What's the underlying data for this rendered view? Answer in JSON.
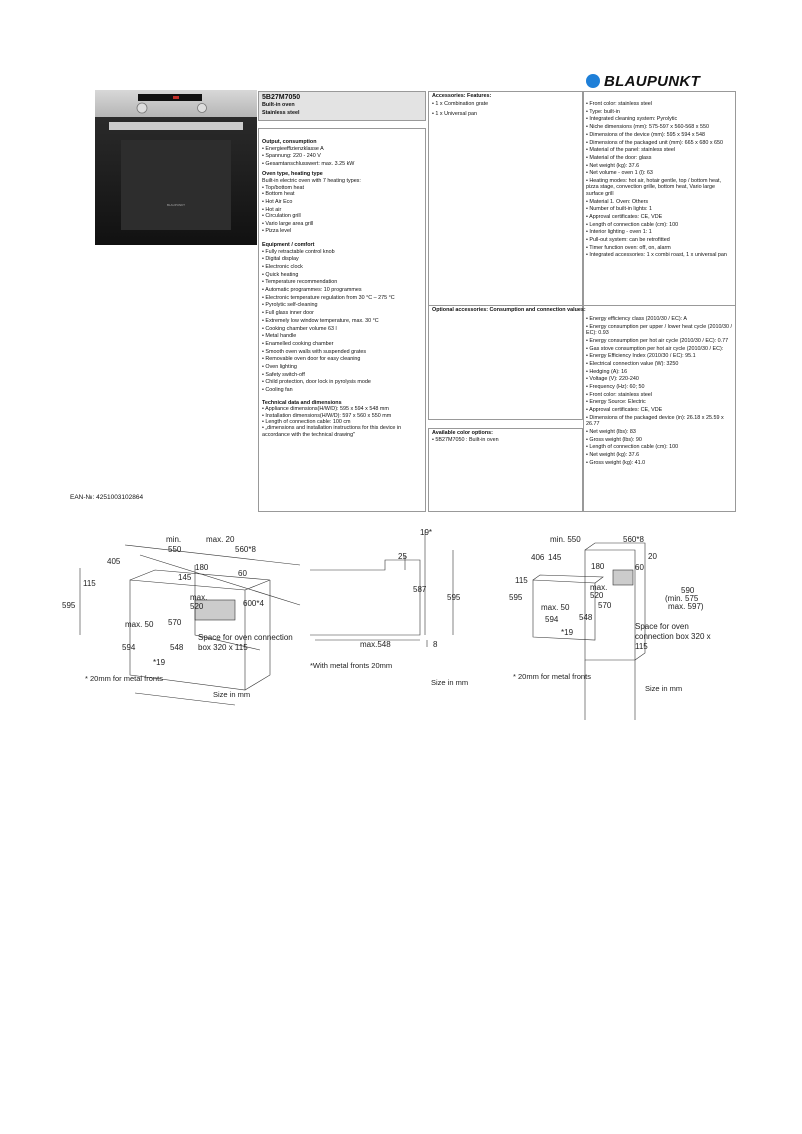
{
  "brand": {
    "name": "BLAUPUNKT",
    "dot_color": "#1e7fd8"
  },
  "product": {
    "model": "5B27M7050",
    "type": "Built-in oven",
    "finish": "Stainless steel"
  },
  "oven_image": {
    "display_brand": "BLAUPUNKT"
  },
  "main_specs": {
    "sections": [
      {
        "title": "Output, consumption",
        "items": [
          "Energieeffizienzklasse A",
          "Spannung: 220 - 240 V",
          "Gesamtanschlusswert: max. 3.25 kW"
        ]
      },
      {
        "title": "Oven type, heating type",
        "intro": "Built-in electric oven with 7 heating types:",
        "items": [
          "Top/bottom heat",
          "Bottom heat",
          "Hot Air Eco",
          "Hot air",
          "Circulation grill",
          "Vario large area grill",
          "Pizza level"
        ]
      },
      {
        "title": "Equipment / comfort",
        "items": [
          "Fully retractable control knob",
          "Digital display",
          "Electronic clock",
          "Quick heating",
          "Temperature recommendation",
          "Automatic programmes: 10 programmes",
          "Electronic temperature regulation from 30 °C – 275 °C",
          "Pyrolytic self-cleaning",
          "Full glass inner door",
          "Extremely low window temperature, max. 30 °C",
          "Cooking chamber volume 63 l",
          "Metal handle",
          "Enamelled cooking chamber",
          "Smooth oven walls with suspended grates",
          "Removable oven door for easy cleaning",
          "Oven lighting",
          "Safety switch-off",
          "Child protection, door lock in pyrolysis mode",
          "Cooling fan"
        ]
      },
      {
        "title": "Technical data and dimensions",
        "items": [
          "Appliance dimensions(H/W/D): 595 x 594 x 548 mm",
          "Installation dimensions(H/W/D): 597 x 560 x 550 mm",
          "Length of connection cable: 100 cm",
          "„dimensions and installation instructions for this device in accordance with the technical drawing\""
        ]
      }
    ]
  },
  "accessories": {
    "title": "Accessories: Features:",
    "items": [
      "1 x Combination grate",
      "1 x Universal pan"
    ]
  },
  "optional_accessories": {
    "title": "Optional accessories: Consumption and connection values:"
  },
  "color_options": {
    "title": "Available color options:",
    "items": [
      "5B27M7050 : Built-in oven"
    ]
  },
  "features": {
    "items": [
      "Front color: stainless steel",
      "Type: built-in",
      "Integrated cleaning system: Pyrolytic",
      "Niche dimensions (mm): 575-597 x 560-568 x 550",
      "Dimensions of the device (mm): 595 x 594 x 548",
      "Dimensions of the packaged unit (mm): 665 x 680 x 650",
      "Material of the panel: stainless steel",
      "Material of the door: glass",
      "Net weight (kg): 37.6",
      "Net volume - oven 1 (l): 63",
      "Heating modes: hot air, hotair gentle, top / bottom heat, pizza stage, convection grille, bottom heat, Vario large surface grill",
      "Material 1. Oven: Others",
      "Number of built-in lights: 1",
      "Approval certificates: CE, VDE",
      "Length of connection cable (cm): 100",
      "Interior lighting - oven 1: 1",
      "Pull-out system: can be retrofitted",
      "Timer function oven: off, on, alarm",
      "Integrated accessories: 1 x combi roast, 1 x universal pan"
    ]
  },
  "consumption": {
    "items": [
      "Energy efficiency class (2010/30 / EC): A",
      "Energy consumption per upper / lower heat cycle (2010/30 / EC): 0.93",
      "Energy consumption per hot air cycle (2010/30 / EC): 0.77",
      "Gas stove consumption per hot air cycle (2010/30 / EC):",
      "Energy Efficiency Index (2010/30 / EC): 95.1",
      "Electrical connection value (W): 3250",
      "Hedging (A): 16",
      "Voltage (V): 220-240",
      "Frequency (Hz): 60; 50",
      "Front color: stainless steel",
      "Energy Source: Electric",
      "Approval certificates: CE, VDE",
      "Dimensions of the packaged device (in): 26.18 x 25.59 x 26.77",
      "Net weight (lbs): 83",
      "Gross weight (lbs): 90",
      "Length of connection cable (cm): 100",
      "Net weight (kg): 37.6",
      "Gross weight (kg): 41.0"
    ]
  },
  "ean": "EAN-№: 4251003102864",
  "drawings": {
    "d1": {
      "labels": [
        "min.",
        "550",
        "max. 20",
        "560*8",
        "405",
        "180",
        "145",
        "60",
        "115",
        "595",
        "max.",
        "520",
        "600*4",
        "max. 50",
        "570",
        "594",
        "548",
        "*19"
      ],
      "box_note": "Space for oven connection box 320 x 115",
      "metal_note": "* 20mm for metal fronts",
      "size_note": "Size in mm"
    },
    "d2": {
      "labels": [
        "19*",
        "25",
        "587",
        "595",
        "max.548",
        "8"
      ],
      "metal_note": "*With metal fronts 20mm",
      "size_note": "Size in mm"
    },
    "d3": {
      "labels": [
        "min. 550",
        "560*8",
        "20",
        "406",
        "145",
        "180",
        "60",
        "115",
        "595",
        "max.",
        "520",
        "max. 50",
        "570",
        "590",
        "(min. 575",
        "max. 597)",
        "594",
        "548",
        "*19"
      ],
      "box_note": "Space for oven connection box 320 x 115",
      "metal_note": "* 20mm for metal fronts",
      "size_note": "Size in mm"
    }
  }
}
